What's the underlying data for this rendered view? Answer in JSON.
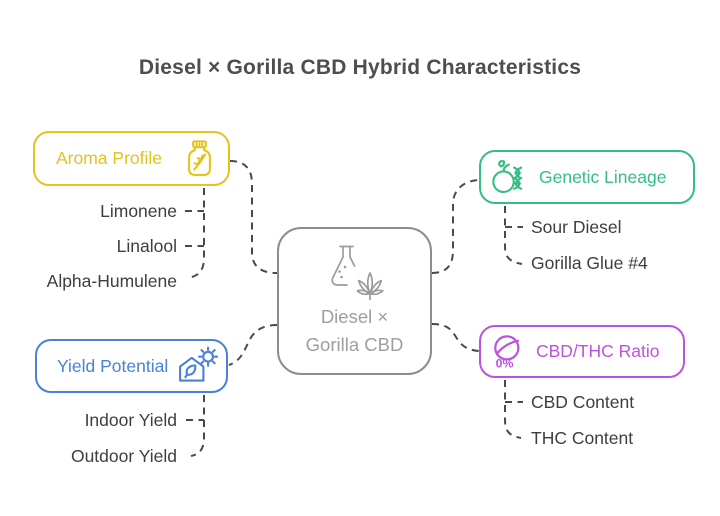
{
  "title": "Diesel × Gorilla CBD Hybrid Characteristics",
  "center": {
    "lines": [
      "Diesel ×",
      "Gorilla CBD"
    ],
    "icon": "flask-cannabis-leaf-icon",
    "border_color": "#8d8d8d",
    "text_color": "#9e9e9e"
  },
  "nodes": {
    "aroma": {
      "label": "Aroma Profile",
      "icon": "spice-jar-icon",
      "color": "#e2c41c",
      "items": [
        "Limonene",
        "Linalool",
        "Alpha-Humulene"
      ]
    },
    "genetic": {
      "label": "Genetic Lineage",
      "icon": "fruit-dna-icon",
      "color": "#36bd82",
      "items": [
        "Sour Diesel",
        "Gorilla Glue #4"
      ]
    },
    "yield": {
      "label": "Yield Potential",
      "icon": "greenhouse-sun-icon",
      "color": "#4a80d8",
      "items": [
        "Indoor Yield",
        "Outdoor Yield"
      ]
    },
    "ratio": {
      "label": "CBD/THC Ratio",
      "icon": "percent-leaf-icon",
      "icon_text": "0%",
      "color": "#bc53de",
      "items": [
        "CBD Content",
        "THC Content"
      ]
    }
  },
  "colors": {
    "connector": "#4a4a4a",
    "title_text": "#4e4e4e",
    "item_text": "#3e3e3e",
    "background": "#ffffff"
  }
}
